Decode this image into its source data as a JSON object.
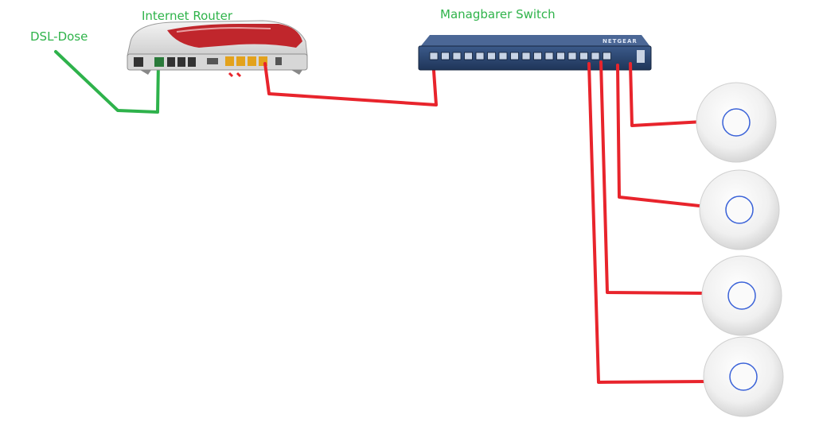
{
  "labels": {
    "dsl": "DSL-Dose",
    "router": "Internet Router",
    "switch": "Managbarer Switch"
  },
  "switch_brand": "NETGEAR",
  "colors": {
    "dsl_cable": "#2eb24b",
    "lan_cable": "#e8242c",
    "label_text": "#2fb34a",
    "router_red": "#c0262c",
    "switch_body": "#2f4a75",
    "ap_ring": "#3a62d8"
  },
  "devices": {
    "router": {
      "type": "router-icon"
    },
    "switch": {
      "type": "network-switch-icon",
      "port_count": 16
    },
    "access_points": [
      {
        "type": "access-point-icon"
      },
      {
        "type": "access-point-icon"
      },
      {
        "type": "access-point-icon"
      },
      {
        "type": "access-point-icon"
      }
    ]
  }
}
